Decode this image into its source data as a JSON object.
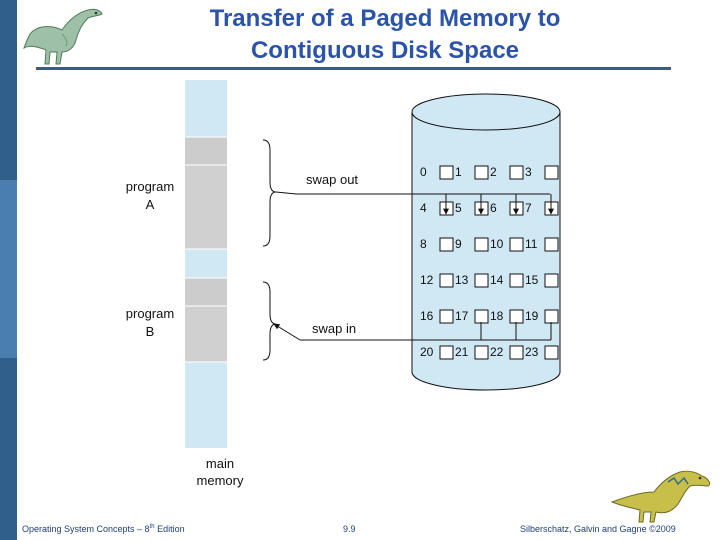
{
  "slide": {
    "title_line1": "Transfer of a Paged Memory to",
    "title_line2": "Contiguous Disk Space",
    "footer_left_prefix": "Operating System Concepts – 8",
    "footer_left_sup": "th",
    "footer_left_suffix": " Edition",
    "footer_page": "9.9",
    "footer_right": "Silberschatz, Galvin and Gagne ©2009"
  },
  "diagram": {
    "program_a": [
      "program",
      "A"
    ],
    "program_b": [
      "program",
      "B"
    ],
    "swap_out": "swap out",
    "swap_in": "swap in",
    "main_memory": [
      "main",
      "memory"
    ],
    "disk_blocks": [
      "0",
      "1",
      "2",
      "3",
      "4",
      "5",
      "6",
      "7",
      "8",
      "9",
      "10",
      "11",
      "12",
      "13",
      "14",
      "15",
      "16",
      "17",
      "18",
      "19",
      "20",
      "21",
      "22",
      "23"
    ]
  },
  "colors": {
    "title": "#2b54a8",
    "memory_free": "#cfe8f4",
    "memory_used": "#cccccc",
    "disk": "#cfe8f4",
    "sidebar": "#2f5f8a"
  }
}
